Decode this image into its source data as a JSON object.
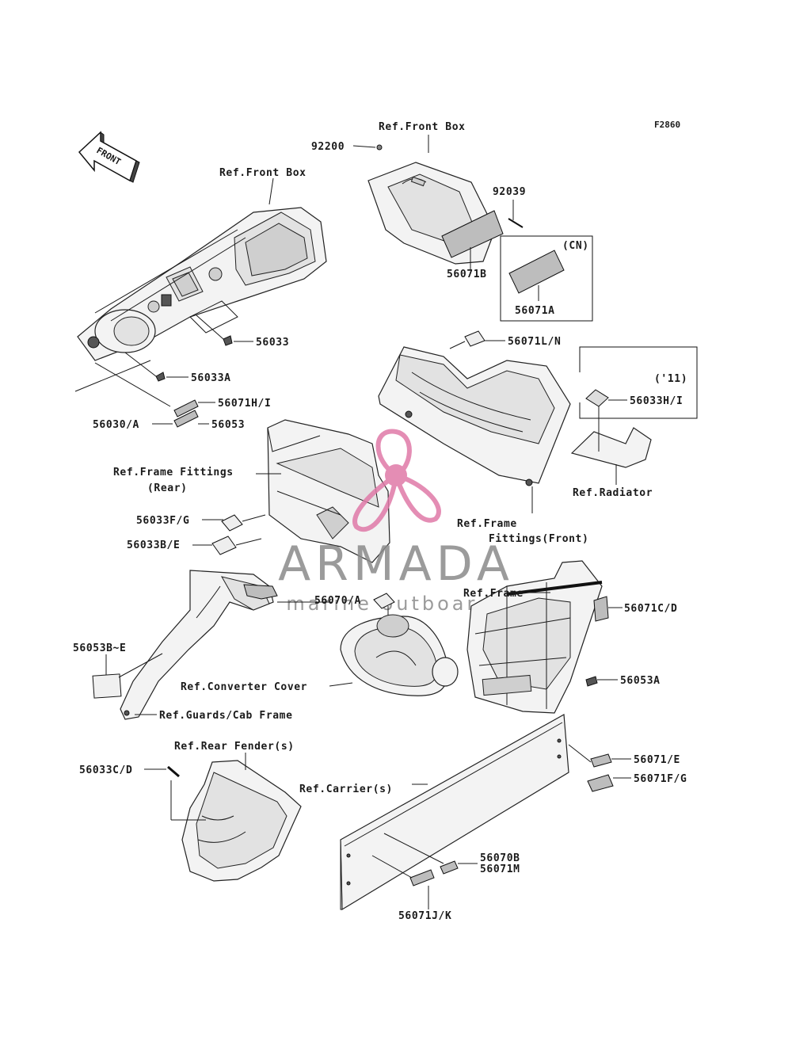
{
  "figure_code": "F2860",
  "front_arrow_label": "FRONT",
  "labels": {
    "ref_front_box_top": "Ref.Front Box",
    "ref_front_box_left": "Ref.Front Box",
    "p92200": "92200",
    "p92039": "92039",
    "cn_tag": "(CN)",
    "p56071B": "56071B",
    "p56071A": "56071A",
    "p56033": "56033",
    "p56033A": "56033A",
    "p56071HI": "56071H/I",
    "p56030A": "56030/A",
    "p56053": "56053",
    "p56071LN": "56071L/N",
    "y11_tag": "('11)",
    "p56033HI": "56033H/I",
    "ref_radiator": "Ref.Radiator",
    "ref_frame_fittings_rear_1": "Ref.Frame Fittings",
    "ref_frame_fittings_rear_2": "(Rear)",
    "p56033FG": "56033F/G",
    "p56033BE": "56033B/E",
    "ref_frame_fittings_front_1": "Ref.Frame",
    "ref_frame_fittings_front_2": "Fittings(Front)",
    "p56070A": "56070/A",
    "ref_frame": "Ref.Frame",
    "p56071CD": "56071C/D",
    "p56053BE": "56053B~E",
    "ref_converter_cover": "Ref.Converter Cover",
    "p56053A": "56053A",
    "ref_guards_cab_frame": "Ref.Guards/Cab Frame",
    "ref_rear_fenders": "Ref.Rear Fender(s)",
    "p56033CD": "56033C/D",
    "ref_carriers": "Ref.Carrier(s)",
    "p56071E": "56071/E",
    "p56071FG": "56071F/G",
    "p56070B": "56070B",
    "p56071M": "56071M",
    "p56071JK": "56071J/K"
  },
  "watermark": {
    "brand": "ARMADA",
    "tagline": "marine outboards",
    "logo_color": "#e07aa8"
  },
  "colors": {
    "line": "#1a1a1a",
    "watermark_text": "#8a8a8a",
    "watermark_logo": "#e07aa8"
  }
}
